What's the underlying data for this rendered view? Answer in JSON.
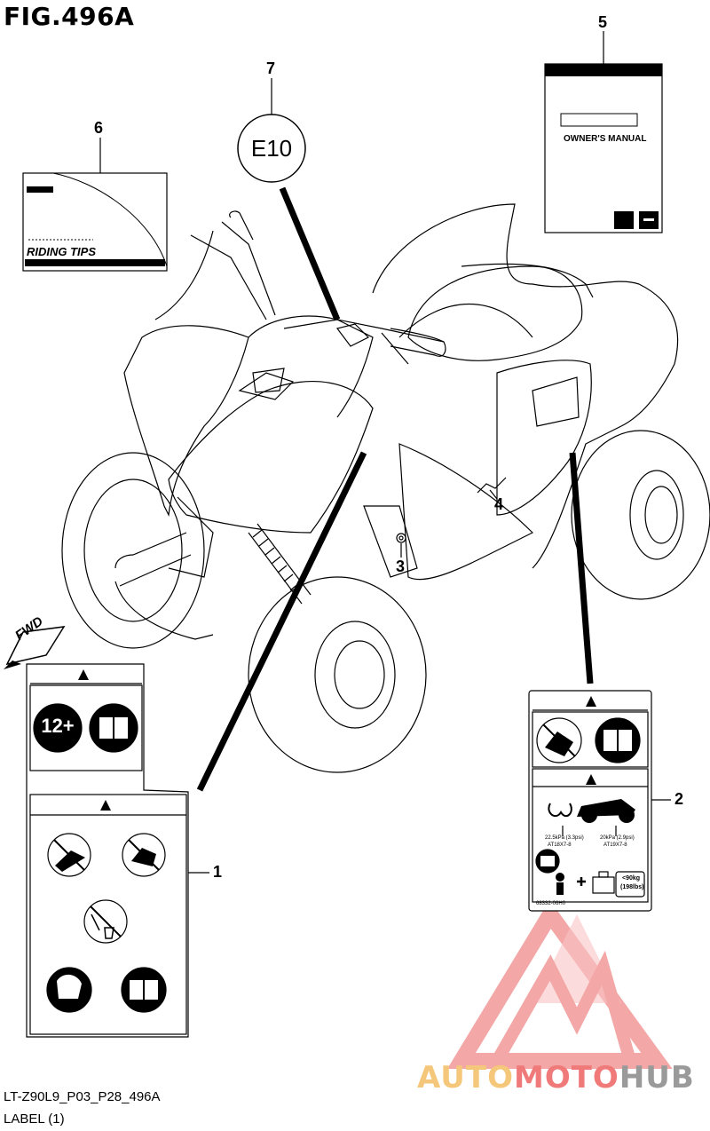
{
  "figure": {
    "title": "FIG.496A",
    "code": "LT-Z90L9_P03_P28_496A",
    "caption": "LABEL (1)"
  },
  "callouts": [
    {
      "id": "1",
      "label": "1"
    },
    {
      "id": "2",
      "label": "2"
    },
    {
      "id": "3",
      "label": "3"
    },
    {
      "id": "4",
      "label": "4"
    },
    {
      "id": "5",
      "label": "5"
    },
    {
      "id": "6",
      "label": "6"
    },
    {
      "id": "7",
      "label": "7"
    }
  ],
  "labels": {
    "fwd": "FWD",
    "riding_tips": "RIDING TIPS",
    "owners_manual": "OWNER'S MANUAL",
    "e10": "E10",
    "age": "12+",
    "pressure_front": "22.5kPa (3.3psi)",
    "tire_front": "AT18X7-8",
    "pressure_rear": "20kPa (2.9psi)",
    "tire_rear": "AT19X7-8",
    "load_kg": "<90kg",
    "load_lbs": "(198lbs)",
    "part_no": "68332-06H0"
  },
  "watermark": {
    "auto": "AUTO",
    "moto": "MOTO",
    "hub": "HUB",
    "colors": {
      "auto": "#f5c77a",
      "moto": "#f07a7a",
      "hub": "#9a9a9a",
      "triangle": "#f08a8a"
    }
  },
  "icons": [
    "warning-triangle-icon",
    "manual-book-icon",
    "no-passenger-icon",
    "no-slope-icon",
    "no-alcohol-icon",
    "helmet-gear-icon",
    "suzuki-logo-icon",
    "tire-pressure-icon",
    "atv-icon",
    "fwd-arrow-icon"
  ]
}
